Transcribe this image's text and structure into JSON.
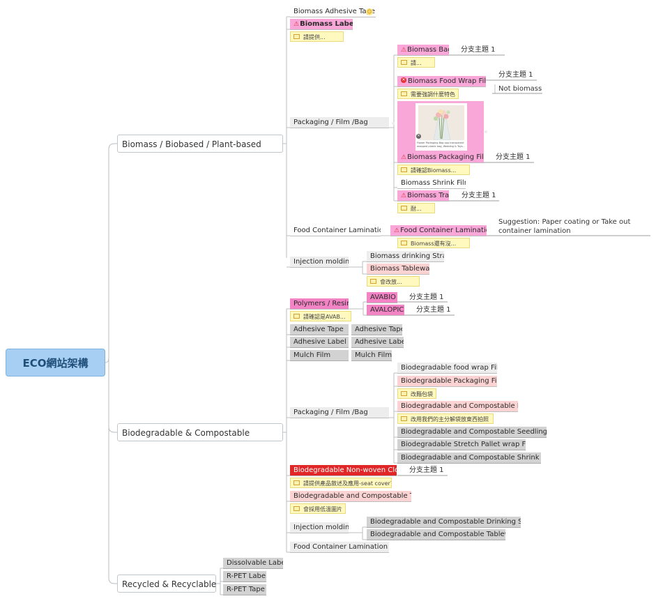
{
  "root": "ECO網站架構",
  "categories": {
    "biomass": "Biomass / Biobased / Plant-based",
    "biodeg": "Biodegradable & Compostable",
    "recycled": "Recycled & Recyclable"
  },
  "biomass": {
    "adhesive_tape": "Biomass Adhesive Tape",
    "label": "Biomass Label",
    "label_note": "請提供...",
    "packaging": "Packaging / Film /Bag",
    "bag": "Biomass Bag",
    "bag_sub": "分支主題 1",
    "bag_note": "請...",
    "wrap_film": "Biomass Food Wrap Film",
    "wrap_sub": "分支主題 1",
    "wrap_sub2": "Not biomass",
    "wrap_note": "需要強調什麼特色",
    "image_caption": "Flower Packaging Bag opp transparent wrapped plastic bag, Wedding & Toys...",
    "packaging_film": "Biomass Packaging Film",
    "packaging_film_sub": "分支主題 1",
    "packaging_film_note": "請確認Biomass...",
    "shrink_film": "Biomass Shrink Film",
    "tray": "Biomass Tray",
    "tray_sub": "分支主題 1",
    "tray_note": "耐...",
    "food_container": "Food Container Lamination",
    "food_container_child": "Food Container Lamination",
    "food_container_suggestion": "Suggestion: Paper coating or Take out container lamination",
    "food_container_note": "Biomass還有沒...",
    "injection": "Injection molding",
    "straw": "Biomass drinking Straw",
    "tableware": "Biomass Tableware",
    "tableware_note": "會改放..."
  },
  "biodeg": {
    "polymers": "Polymers / Resin",
    "polymers_note": "請確認是AVAB...",
    "avabio": "AVABIO",
    "avabio_sub": "分支主題 1",
    "avalopic": "AVALOPIC",
    "avalopic_sub": "分支主題 1",
    "adhesive_tape": "Adhesive Tape",
    "adhesive_tape_child": "Adhesive Tape",
    "adhesive_label": "Adhesive Label",
    "adhesive_label_child": "Adhesive Label",
    "mulch": "Mulch Film",
    "mulch_child": "Mulch Film",
    "packaging": "Packaging / Film /Bag",
    "food_wrap": "Biodegradable food wrap Film",
    "packaging_film": "Biodegradable Packaging Film",
    "packaging_film_note": "改麵包袋",
    "comp_bag": "Biodegradable and Compostable Bag",
    "comp_bag_note": "改用我們的主分解袋放東西拍照",
    "seedling": "Biodegradable and Compostable Seedling Bag",
    "stretch": "Biodegradable Stretch Pallet wrap Film",
    "shrink": "Biodegradable and Compostable Shrink Film",
    "nonwoven": "Biodegradable Non-woven Cloth",
    "nonwoven_sub": "分支主題 1",
    "nonwoven_note": "請提供產品敘述及應用-seat cover?",
    "tray": "Biodegradable and Compostable Tray",
    "tray_note": "會採用低溫圖片",
    "injection": "Injection molding",
    "straw": "Biodegradable and Compostable Drinking Straw",
    "tableware": "Biodegradable and Compostable Tableware",
    "food_container": "Food Container Lamination"
  },
  "recycled": {
    "dissolvable": "Dissolvable Label",
    "rpet_label": "R-PET Label",
    "rpet_tape": "R-PET Tape"
  },
  "colors": {
    "root_fill": "#a6cff3",
    "pink": "#f9a6d8",
    "hot_pink": "#f283c4",
    "light_pink": "#fbd3d3",
    "red": "#e02626",
    "gray": "#d2d2d2",
    "light_gray": "#ededed",
    "note_yellow": "#fff8bf",
    "line": "#b9bdc1"
  },
  "icons": [
    "warning-icon",
    "error-icon",
    "note-icon",
    "smiley-icon"
  ]
}
